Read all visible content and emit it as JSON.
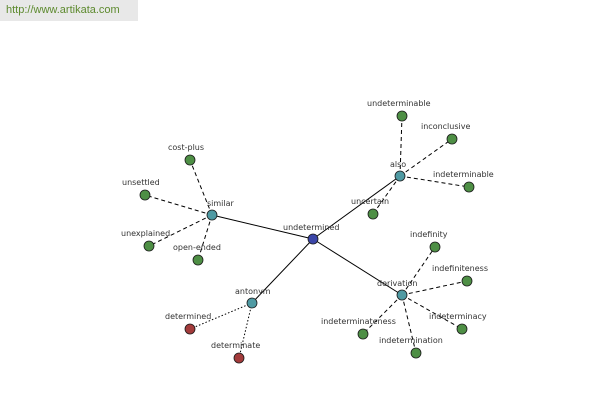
{
  "header": {
    "url": "http://www.artikata.com"
  },
  "colors": {
    "root": "#3b46a8",
    "category": "#4f9aa3",
    "related": "#4e8f45",
    "antonym": "#a33b3b"
  },
  "graph": {
    "nodes": [
      {
        "id": "undetermined",
        "label": "undetermined",
        "kind": "root"
      },
      {
        "id": "similar",
        "label": "similar",
        "kind": "category"
      },
      {
        "id": "also",
        "label": "also",
        "kind": "category"
      },
      {
        "id": "antonym",
        "label": "antonym",
        "kind": "category"
      },
      {
        "id": "derivation",
        "label": "derivation",
        "kind": "category"
      },
      {
        "id": "cost-plus",
        "label": "cost-plus",
        "kind": "related"
      },
      {
        "id": "unsettled",
        "label": "unsettled",
        "kind": "related"
      },
      {
        "id": "unexplained",
        "label": "unexplained",
        "kind": "related"
      },
      {
        "id": "open-ended",
        "label": "open-ended",
        "kind": "related"
      },
      {
        "id": "undeterminable",
        "label": "undeterminable",
        "kind": "related"
      },
      {
        "id": "inconclusive",
        "label": "inconclusive",
        "kind": "related"
      },
      {
        "id": "indeterminable",
        "label": "indeterminable",
        "kind": "related"
      },
      {
        "id": "uncertain",
        "label": "uncertain",
        "kind": "related"
      },
      {
        "id": "determined",
        "label": "determined",
        "kind": "antonym"
      },
      {
        "id": "determinate",
        "label": "determinate",
        "kind": "antonym"
      },
      {
        "id": "indefinity",
        "label": "indefinity",
        "kind": "related"
      },
      {
        "id": "indefiniteness",
        "label": "indefiniteness",
        "kind": "related"
      },
      {
        "id": "indeterminacy",
        "label": "indeterminacy",
        "kind": "related"
      },
      {
        "id": "indetermination",
        "label": "indetermination",
        "kind": "related"
      },
      {
        "id": "indeterminateness",
        "label": "indeterminateness",
        "kind": "related"
      }
    ],
    "edges": [
      {
        "from": "undetermined",
        "to": "similar",
        "style": "solid"
      },
      {
        "from": "undetermined",
        "to": "also",
        "style": "solid"
      },
      {
        "from": "undetermined",
        "to": "antonym",
        "style": "solid"
      },
      {
        "from": "undetermined",
        "to": "derivation",
        "style": "solid"
      },
      {
        "from": "similar",
        "to": "cost-plus",
        "style": "dashed"
      },
      {
        "from": "similar",
        "to": "unsettled",
        "style": "dashed"
      },
      {
        "from": "similar",
        "to": "unexplained",
        "style": "dashed"
      },
      {
        "from": "similar",
        "to": "open-ended",
        "style": "dashed"
      },
      {
        "from": "also",
        "to": "undeterminable",
        "style": "dashed"
      },
      {
        "from": "also",
        "to": "inconclusive",
        "style": "dashed"
      },
      {
        "from": "also",
        "to": "indeterminable",
        "style": "dashed"
      },
      {
        "from": "also",
        "to": "uncertain",
        "style": "dashed"
      },
      {
        "from": "antonym",
        "to": "determined",
        "style": "dotted"
      },
      {
        "from": "antonym",
        "to": "determinate",
        "style": "dotted"
      },
      {
        "from": "derivation",
        "to": "indefinity",
        "style": "dashed"
      },
      {
        "from": "derivation",
        "to": "indefiniteness",
        "style": "dashed"
      },
      {
        "from": "derivation",
        "to": "indeterminacy",
        "style": "dashed"
      },
      {
        "from": "derivation",
        "to": "indetermination",
        "style": "dashed"
      },
      {
        "from": "derivation",
        "to": "indeterminateness",
        "style": "dashed"
      }
    ]
  }
}
